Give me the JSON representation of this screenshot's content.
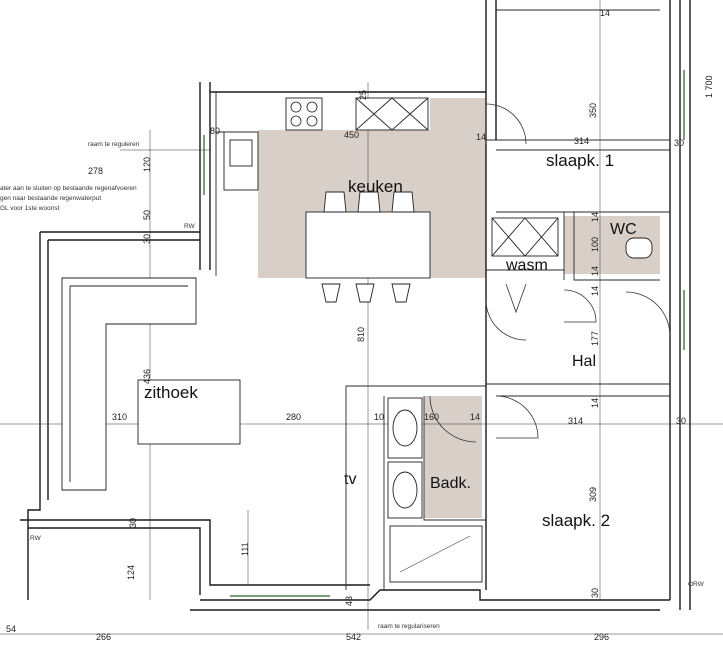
{
  "rooms": {
    "keuken": "keuken",
    "slaapk1": "slaapk. 1",
    "wc": "WC",
    "wasm": "wasm",
    "hal": "Hal",
    "zithoek": "zithoek",
    "tv": "tv",
    "badk": "Badk.",
    "slaapk2": "slaapk. 2"
  },
  "dims": {
    "d14_top": "14",
    "d1700": "1 700",
    "d350": "350",
    "d25": "25",
    "d450": "450",
    "d14_a": "14",
    "d314_a": "314",
    "d30_a": "30",
    "d80": "80",
    "d278": "278",
    "d120": "120",
    "d50": "50",
    "d30_b": "30",
    "d14_wc1": "14",
    "d100": "100",
    "d14_wc2": "14",
    "d14_hal": "14",
    "d177": "177",
    "d810": "810",
    "d436": "436",
    "d310": "310",
    "d280": "280",
    "d10": "10",
    "d160": "160",
    "d14_b": "14",
    "d314_b": "314",
    "d30_c": "30",
    "d14_c": "14",
    "d309": "309",
    "d30_d": "30",
    "d111": "111",
    "d124": "124",
    "d43": "43",
    "d30_e": "30",
    "d54": "54",
    "d266": "266",
    "d542": "542",
    "d296": "296"
  },
  "notes": {
    "rw1": "RW",
    "rw2": "RW",
    "orw": "ORW",
    "n1": "raam te reguleren",
    "n2": "ater aan te sluiten op bestaande regenafvoeren",
    "n3": "gen naar bestaande regenwaterput",
    "n4": "GL voor 1ste woonst",
    "n5": "raam te regulariseren"
  }
}
